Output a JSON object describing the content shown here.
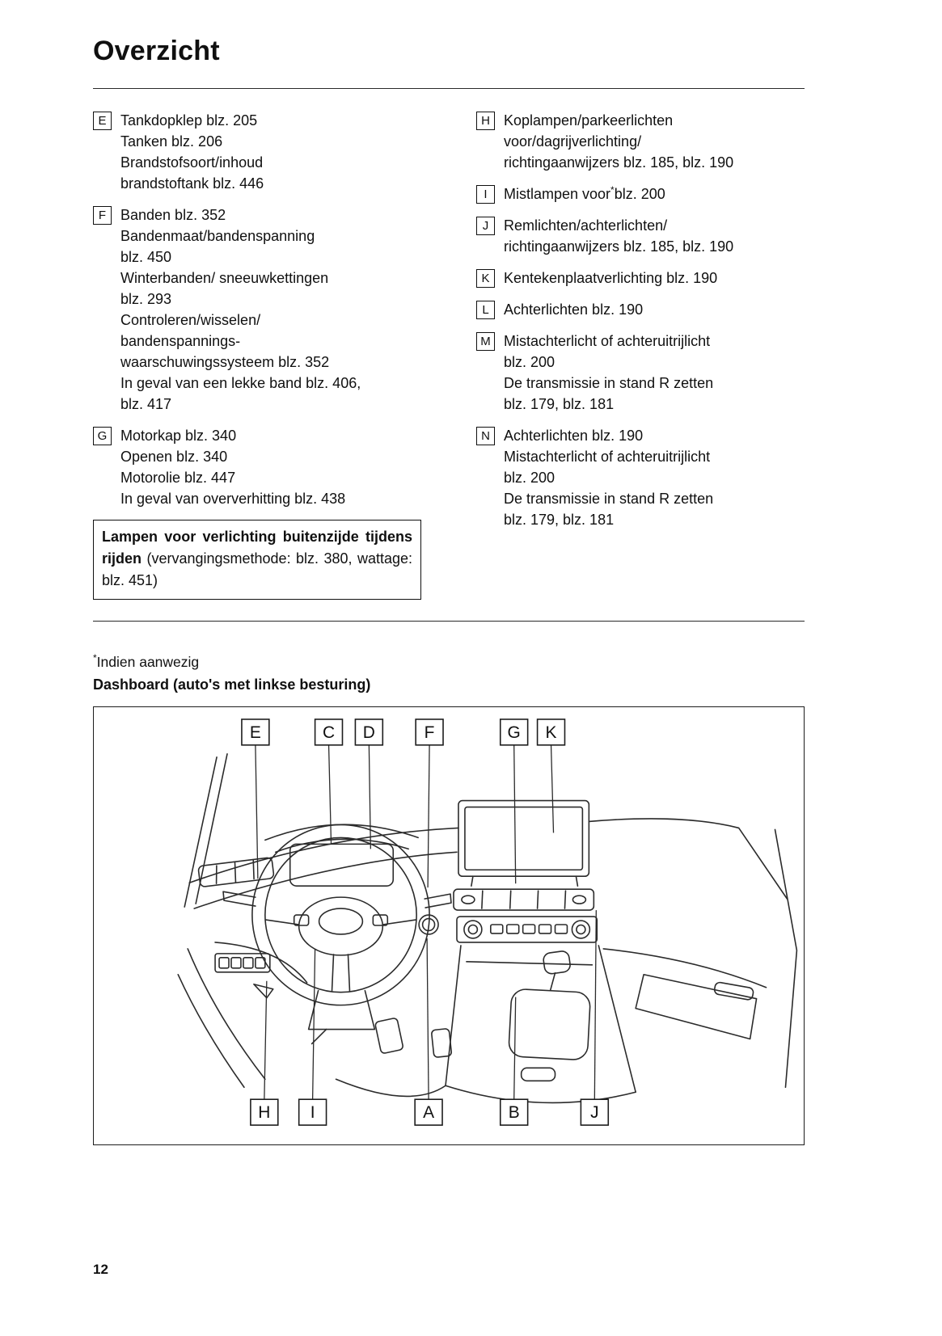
{
  "page": {
    "title": "Overzicht",
    "page_number": "12",
    "footnote_sup": "*",
    "footnote_text": "Indien aanwezig",
    "dashboard_heading": "Dashboard (auto's met linkse besturing)"
  },
  "left_column": [
    {
      "label": "E",
      "lines": [
        "Tankdopklep blz. 205",
        "Tanken blz. 206",
        "Brandstofsoort/inhoud",
        "brandstoftank blz. 446"
      ]
    },
    {
      "label": "F",
      "lines": [
        "Banden blz. 352",
        "Bandenmaat/bandenspanning",
        "blz. 450",
        "Winterbanden/ sneeuwkettingen",
        "blz. 293",
        "Controleren/wisselen/",
        "bandenspannings-",
        "waarschuwingssysteem blz. 352",
        "In geval van een lekke band blz. 406,",
        "blz. 417"
      ]
    },
    {
      "label": "G",
      "lines": [
        "Motorkap blz. 340",
        "Openen blz. 340",
        "Motorolie blz. 447",
        "In geval van oververhitting blz. 438"
      ]
    }
  ],
  "note_box": {
    "bold_text": "Lampen voor verlichting buitenzijde tijdens rijden",
    "normal_text": "(vervangingsmethode: blz. 380, wattage: blz. 451)"
  },
  "right_column": [
    {
      "label": "H",
      "lines": [
        "Koplampen/parkeerlichten",
        "voor/dagrijverlichting/",
        "richtingaanwijzers blz. 185, blz. 190"
      ]
    },
    {
      "label": "I",
      "pre": "Mistlampen voor",
      "sup": "*",
      "post": "blz. 200"
    },
    {
      "label": "J",
      "lines": [
        "Remlichten/achterlichten/",
        "richtingaanwijzers blz. 185, blz. 190"
      ]
    },
    {
      "label": "K",
      "lines": [
        "Kentekenplaatverlichting blz. 190"
      ]
    },
    {
      "label": "L",
      "lines": [
        "Achterlichten blz. 190"
      ]
    },
    {
      "label": "M",
      "lines": [
        "Mistachterlicht of achteruitrijlicht",
        "blz. 200",
        "De transmissie in stand R zetten",
        "blz. 179, blz. 181"
      ]
    },
    {
      "label": "N",
      "lines": [
        "Achterlichten blz. 190",
        "Mistachterlicht of achteruitrijlicht",
        "blz. 200",
        "De transmissie in stand R zetten",
        "blz. 179, blz. 181"
      ]
    }
  ],
  "diagram": {
    "top_labels": [
      "E",
      "C",
      "D",
      "F",
      "G",
      "K"
    ],
    "bottom_labels": [
      "H",
      "I",
      "A",
      "B",
      "J"
    ]
  }
}
